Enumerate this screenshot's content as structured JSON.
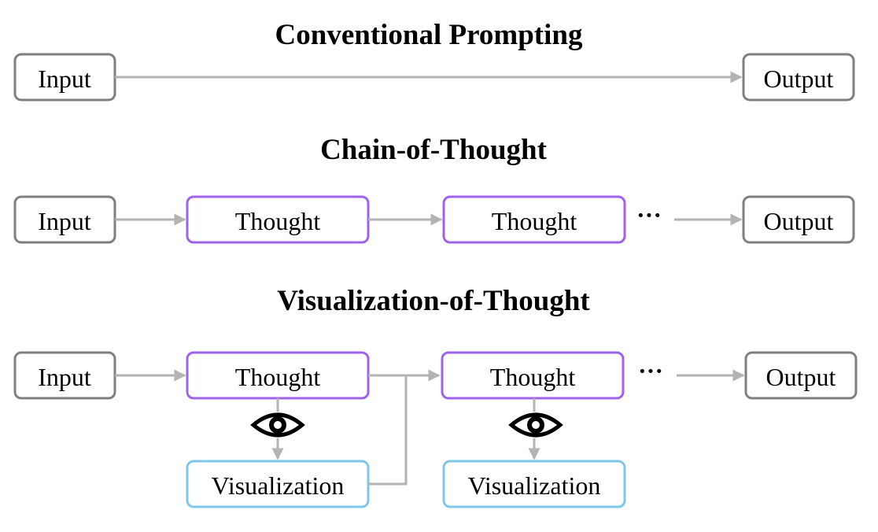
{
  "titles": {
    "conventional": "Conventional Prompting",
    "cot": "Chain-of-Thought",
    "vot": "Visualization-of-Thought"
  },
  "labels": {
    "input": "Input",
    "output": "Output",
    "thought": "Thought",
    "visualization": "Visualization",
    "ellipsis": "···"
  },
  "colors": {
    "io_border": "#7f7f7f",
    "thought_border": "#9e63e8",
    "visualization_border": "#7fc7e6",
    "arrow": "#b3b3b3",
    "text": "#000000"
  },
  "icons": {
    "visualize": "eye-icon"
  }
}
